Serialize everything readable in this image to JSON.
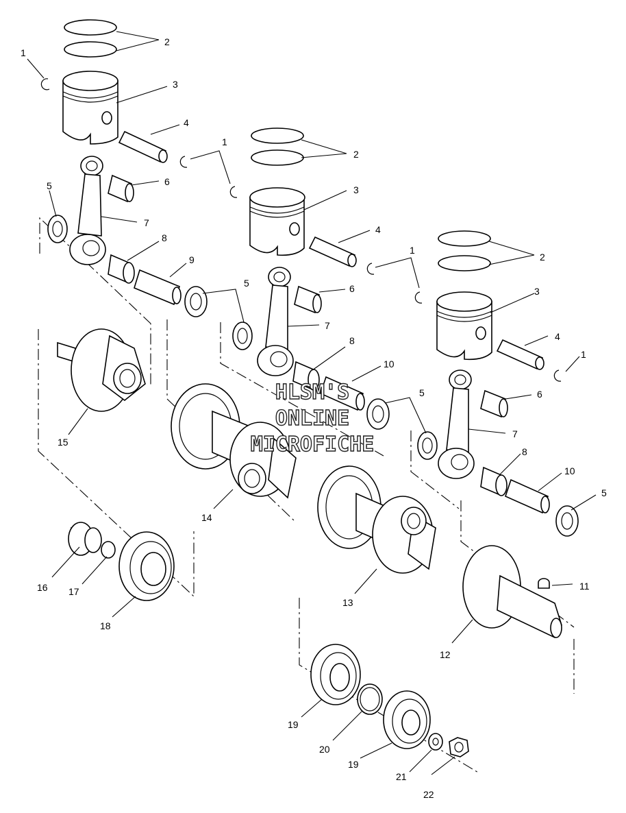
{
  "watermark": [
    "HLSM'S",
    "ONLINE",
    "MICROFICHE"
  ],
  "callouts": [
    "1",
    "2",
    "3",
    "4",
    "1",
    "2",
    "3",
    "4",
    "1",
    "2",
    "3",
    "4",
    "1",
    "5",
    "6",
    "7",
    "8",
    "9",
    "5",
    "6",
    "7",
    "8",
    "10",
    "5",
    "6",
    "7",
    "8",
    "10",
    "5",
    "11",
    "12",
    "13",
    "14",
    "15",
    "16",
    "17",
    "18",
    "19",
    "20",
    "19",
    "21",
    "22"
  ]
}
